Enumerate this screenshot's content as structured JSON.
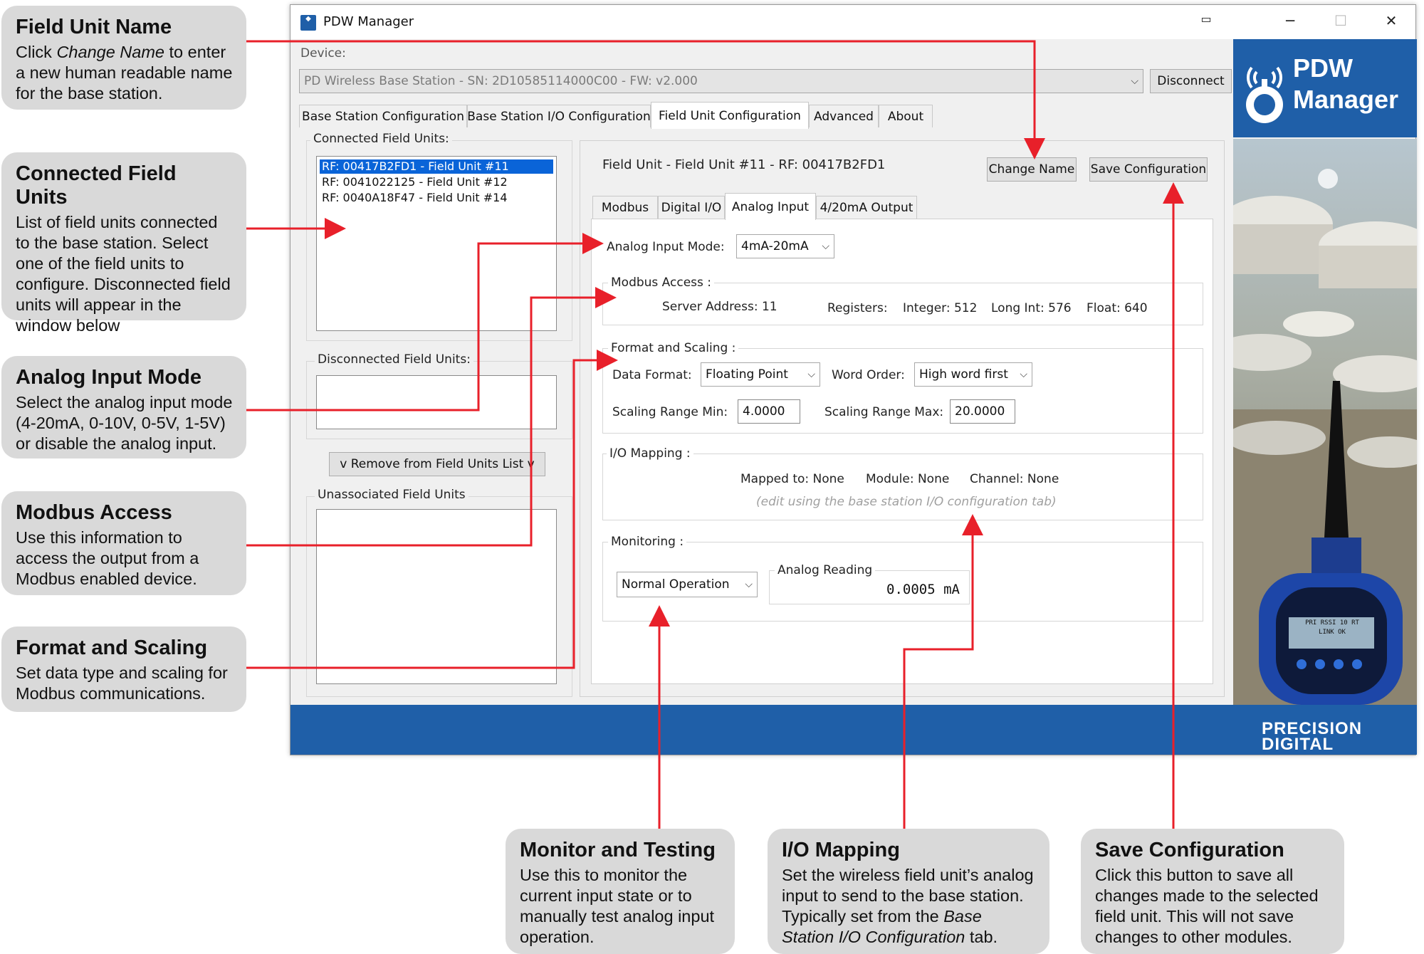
{
  "app": {
    "window_title": "PDW Manager",
    "device_label": "Device:",
    "device_value": "PD Wireless Base Station - SN: 2D10585114000C00 - FW: v2.000",
    "disconnect_label": "Disconnect",
    "tabs": [
      {
        "label": "Base Station Configuration"
      },
      {
        "label": "Base Station I/O Configuration"
      },
      {
        "label": "Field Unit Configuration",
        "active": true
      },
      {
        "label": "Advanced"
      },
      {
        "label": "About"
      }
    ],
    "connected_units_label": "Connected Field Units:",
    "connected_units": [
      {
        "text": "RF: 00417B2FD1 - Field Unit #11",
        "selected": true
      },
      {
        "text": "RF: 0041022125 - Field Unit #12"
      },
      {
        "text": "RF: 0040A18F47 - Field Unit #14"
      }
    ],
    "disconnected_units_label": "Disconnected Field Units:",
    "remove_button_label": "v Remove from Field Units List v",
    "unassociated_units_label": "Unassociated Field Units",
    "field_unit_header": "Field Unit - Field Unit #11 - RF: 00417B2FD1",
    "change_name_label": "Change Name",
    "save_config_label": "Save Configuration",
    "sub_tabs": [
      {
        "label": "Modbus"
      },
      {
        "label": "Digital I/O"
      },
      {
        "label": "Analog Input",
        "active": true
      },
      {
        "label": "4/20mA Output"
      }
    ],
    "analog_input_mode_label": "Analog Input Mode:",
    "analog_input_mode_value": "4mA-20mA",
    "modbus_access": {
      "title": "Modbus Access :",
      "server_address": "Server Address: 11",
      "registers_label": "Registers:",
      "integer": "Integer: 512",
      "long_int": "Long Int: 576",
      "float": "Float: 640"
    },
    "format_scaling": {
      "title": "Format and Scaling :",
      "data_format_label": "Data Format:",
      "data_format_value": "Floating Point",
      "word_order_label": "Word Order:",
      "word_order_value": "High word first",
      "min_label": "Scaling Range Min:",
      "min_value": "4.0000",
      "max_label": "Scaling Range Max:",
      "max_value": "20.0000"
    },
    "io_mapping": {
      "title": "I/O Mapping :",
      "mapped_to": "Mapped to:  None",
      "module": "Module:  None",
      "channel": "Channel:  None",
      "note": "(edit using the base station I/O configuration tab)"
    },
    "monitoring": {
      "title": "Monitoring :",
      "mode_value": "Normal Operation",
      "reading_label": "Analog Reading",
      "reading_value": "0.0005 mA"
    },
    "brand": {
      "product_line1": "PDW",
      "product_line2": "Manager",
      "company_line1": "PRECISION",
      "company_line2": "DIGITAL",
      "device_display_line1": "PRI  RSSI 10  RT",
      "device_display_line2": "LINK OK"
    },
    "colors": {
      "accent_blue": "#1f5fa8",
      "selection_blue": "#0a64d8",
      "arrow_red": "#e8202a",
      "callout_gray": "#d9d9d9"
    }
  },
  "callouts": {
    "field_unit_name": {
      "title": "Field Unit Name",
      "pre": "Click ",
      "em": "Change Name",
      "post": " to enter a new human readable name for the base station."
    },
    "connected_field_units": {
      "title": "Connected Field Units",
      "text": "List of field units connected to the base station. Select one of the field units to configure. Disconnected field units will appear in the window below"
    },
    "analog_input_mode": {
      "title": "Analog Input Mode",
      "text": "Select the analog input mode (4-20mA, 0-10V, 0-5V, 1-5V) or disable the analog input."
    },
    "modbus_access": {
      "title": "Modbus Access",
      "text": "Use this information to access the output from a Modbus enabled device."
    },
    "format_and_scaling": {
      "title": "Format and Scaling",
      "text": "Set data type and scaling for Modbus communications."
    },
    "monitor_and_testing": {
      "title": "Monitor and Testing",
      "text": "Use this to monitor the current input state or to manually test analog input operation."
    },
    "io_mapping": {
      "title": "I/O Mapping",
      "pre": "Set the wireless field unit’s analog input to send to the base station. Typically set from the ",
      "em": "Base Station I/O Configuration",
      "post": " tab."
    },
    "save_configuration": {
      "title": "Save Configuration",
      "text": "Click this button to save all changes made to the selected field unit. This will not save changes to other modules."
    }
  }
}
